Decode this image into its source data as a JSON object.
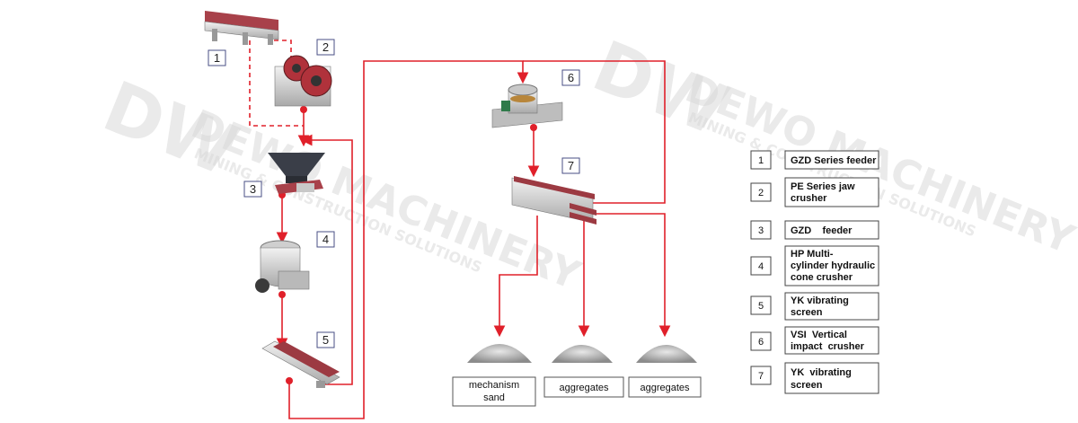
{
  "watermark": {
    "brand": "DW",
    "company": "DEWO MACHINERY",
    "tagline": "MINING & CONSTRUCTION SOLUTIONS"
  },
  "steps": [
    {
      "num": "1"
    },
    {
      "num": "2"
    },
    {
      "num": "3"
    },
    {
      "num": "4"
    },
    {
      "num": "5"
    },
    {
      "num": "6"
    },
    {
      "num": "7"
    }
  ],
  "legend": [
    {
      "num": "1",
      "lines": [
        "GZD Series feeder"
      ]
    },
    {
      "num": "2",
      "lines": [
        "PE Series jaw",
        "crusher"
      ]
    },
    {
      "num": "3",
      "lines": [
        "GZD    feeder"
      ]
    },
    {
      "num": "4",
      "lines": [
        "HP  Multi-",
        "cylinder hydraulic",
        "cone crusher"
      ]
    },
    {
      "num": "5",
      "lines": [
        "YK vibrating",
        "screen"
      ]
    },
    {
      "num": "6",
      "lines": [
        "VSI  Vertical",
        "impact  crusher"
      ]
    },
    {
      "num": "7",
      "lines": [
        "YK  vibrating",
        "screen"
      ]
    }
  ],
  "outputs": [
    {
      "lines": [
        "mechanism",
        "sand"
      ]
    },
    {
      "lines": [
        "aggregates"
      ]
    },
    {
      "lines": [
        "aggregates"
      ]
    }
  ],
  "colors": {
    "flow": "#e0202a",
    "box_border": "#4a4f86",
    "legend_border": "#444444",
    "watermark": "#d9d9d9"
  }
}
